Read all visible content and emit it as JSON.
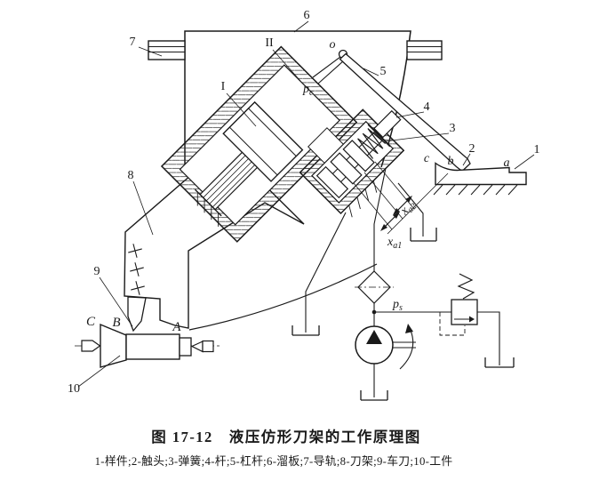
{
  "figure": {
    "title": "图 17-12　液压仿形刀架的工作原理图",
    "legend": "1-样件;2-触头;3-弹簧;4-杆;5-杠杆;6-溜板;7-导轨;8-刀架;9-车刀;10-工件"
  },
  "labels": {
    "part1": "1",
    "part2": "2",
    "part3": "3",
    "part4": "4",
    "part5": "5",
    "part6": "6",
    "part7": "7",
    "part8": "8",
    "part9": "9",
    "part10": "10",
    "chamber_i": "I",
    "chamber_ii": "II",
    "pivot_o": "o",
    "point_a": "a",
    "point_b": "b",
    "point_c": "c",
    "point_A": "A",
    "point_B": "B",
    "point_C": "C",
    "pc_base": "p",
    "pc_sub": "c",
    "ps_base": "p",
    "ps_sub": "s",
    "xa1_base": "x",
    "xa1_sub": "a1",
    "xa2_base": "x",
    "xa2_sub": "a2"
  },
  "colors": {
    "ink": "#1a1a1a",
    "paper": "#ffffff"
  }
}
